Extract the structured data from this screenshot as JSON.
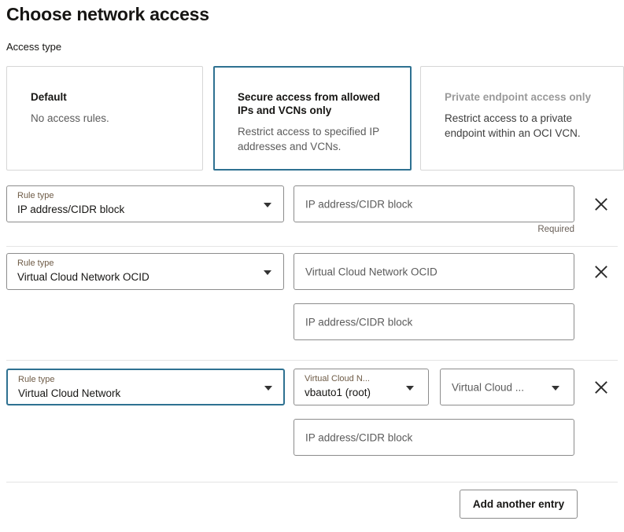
{
  "header": {
    "title": "Choose network access",
    "section_label": "Access type"
  },
  "access_types": [
    {
      "title": "Default",
      "description": "No access rules.",
      "selected": false,
      "disabled": false
    },
    {
      "title": "Secure access from allowed IPs and VCNs only",
      "description": "Restrict access to specified IP addresses and VCNs.",
      "selected": true,
      "disabled": false
    },
    {
      "title": "Private endpoint access only",
      "description": "Restrict access to a private endpoint within an OCI VCN.",
      "selected": false,
      "disabled": true
    }
  ],
  "rules": [
    {
      "rule_type_label": "Rule type",
      "rule_type_value": "IP address/CIDR block",
      "ip_placeholder": "IP address/CIDR block",
      "helper_text": "Required",
      "remove_icon": "close-icon"
    },
    {
      "rule_type_label": "Rule type",
      "rule_type_value": "Virtual Cloud Network OCID",
      "ocid_placeholder": "Virtual Cloud Network OCID",
      "ip_placeholder": "IP address/CIDR block",
      "remove_icon": "close-icon"
    },
    {
      "rule_type_label": "Rule type",
      "rule_type_value": "Virtual Cloud Network",
      "vcn_compartment_label": "Virtual Cloud N...",
      "vcn_compartment_value": "vbauto1 (root)",
      "vcn_placeholder": "Virtual Cloud ...",
      "ip_placeholder": "IP address/CIDR block",
      "remove_icon": "close-icon"
    }
  ],
  "footer": {
    "add_entry_label": "Add another entry"
  },
  "colors": {
    "accent": "#2e7191",
    "border": "#8c8c8c",
    "card_border": "#d6d6d6",
    "divider": "#e4e4e4",
    "label": "#6e5b46",
    "muted": "#5b5b5b",
    "disabled": "#9a9a9a"
  }
}
